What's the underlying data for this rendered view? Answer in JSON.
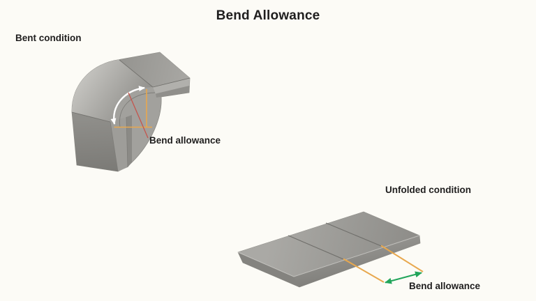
{
  "title": "Bend Allowance",
  "bent_view": {
    "label": "Bent condition",
    "annotation": "Bend allowance"
  },
  "unfolded_view": {
    "label": "Unfolded condition",
    "annotation": "Bend allowance"
  },
  "colors": {
    "background": "#fcfbf6",
    "text": "#1f1e1e",
    "construction_orange": "#e8a84e",
    "leader_red": "#c4554d",
    "arrow_green": "#22a55b",
    "arrow_white": "#ffffff",
    "metal_base": "#a2a19d",
    "edge_line": "#6f6e6a"
  }
}
